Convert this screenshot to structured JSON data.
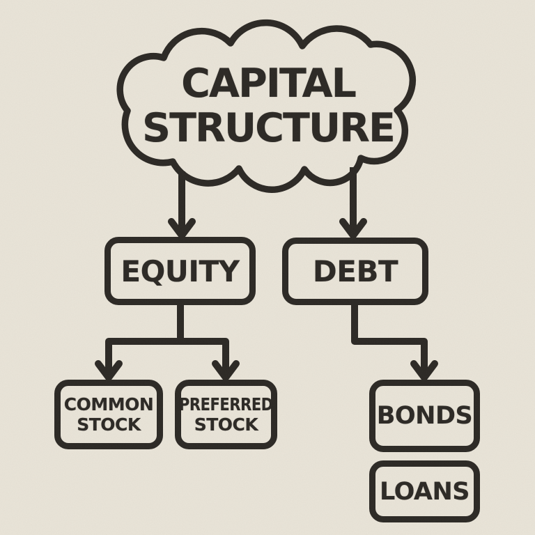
{
  "diagram_title": "CAPITAL STRUCTURE",
  "root": {
    "shape": "cloud",
    "label_line1": "CAPITAL",
    "label_line2": "STRUCTURE"
  },
  "nodes": {
    "equity": {
      "label": "EQUITY"
    },
    "debt": {
      "label": "DEBT"
    },
    "common_stock": {
      "line1": "COMMON",
      "line2": "STOCK"
    },
    "preferred_stock": {
      "line1": "PREFERRED",
      "line2": "STOCK"
    },
    "bonds": {
      "label": "BONDS"
    },
    "loans": {
      "label": "LOANS"
    }
  },
  "edges": [
    {
      "from": "CAPITAL STRUCTURE",
      "to": "EQUITY",
      "arrow": true
    },
    {
      "from": "CAPITAL STRUCTURE",
      "to": "DEBT",
      "arrow": true
    },
    {
      "from": "EQUITY",
      "to": "COMMON STOCK",
      "arrow": true
    },
    {
      "from": "EQUITY",
      "to": "PREFERRED STOCK",
      "arrow": true
    },
    {
      "from": "DEBT",
      "to": "BONDS",
      "arrow": true
    },
    {
      "from": "BONDS",
      "to": "LOANS",
      "arrow": false
    }
  ],
  "colors": {
    "paper": "#eae5d9",
    "ink": "#2b2824"
  }
}
